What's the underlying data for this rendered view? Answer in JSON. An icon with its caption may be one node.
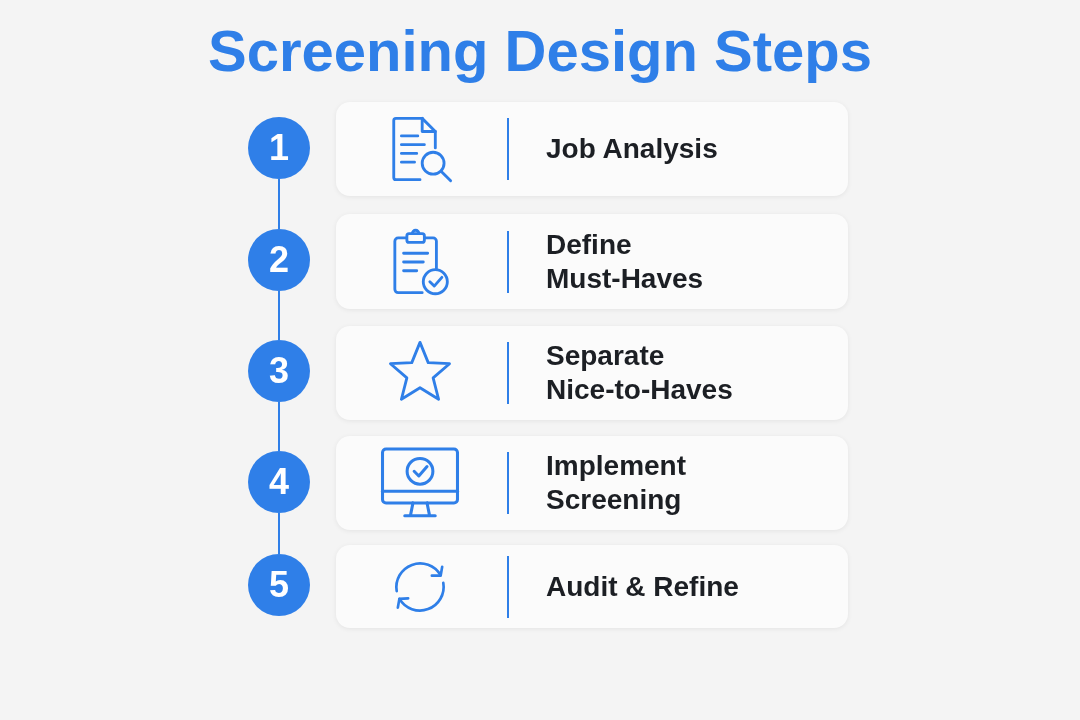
{
  "diagram": {
    "title": "Screening Design Steps",
    "nodes": [
      {
        "text": [
          "1"
        ]
      },
      {
        "text": [
          "Job Analysis"
        ]
      },
      {
        "text": [
          "2"
        ]
      },
      {
        "text": [
          "Define Must-Haves"
        ]
      },
      {
        "text": [
          "3"
        ]
      },
      {
        "text": [
          "Separate Nice-to-Haves"
        ]
      },
      {
        "text": [
          "4"
        ]
      },
      {
        "text": [
          "Implement Screening"
        ]
      },
      {
        "text": [
          "5"
        ]
      },
      {
        "text": [
          "Audit & Refine"
        ]
      }
    ],
    "edges": [
      {
        "from": 0,
        "to": 2,
        "arrow": "none"
      },
      {
        "from": 2,
        "to": 4,
        "arrow": "none"
      },
      {
        "from": 4,
        "to": 6,
        "arrow": "none"
      },
      {
        "from": 6,
        "to": 8,
        "arrow": "none"
      }
    ]
  }
}
